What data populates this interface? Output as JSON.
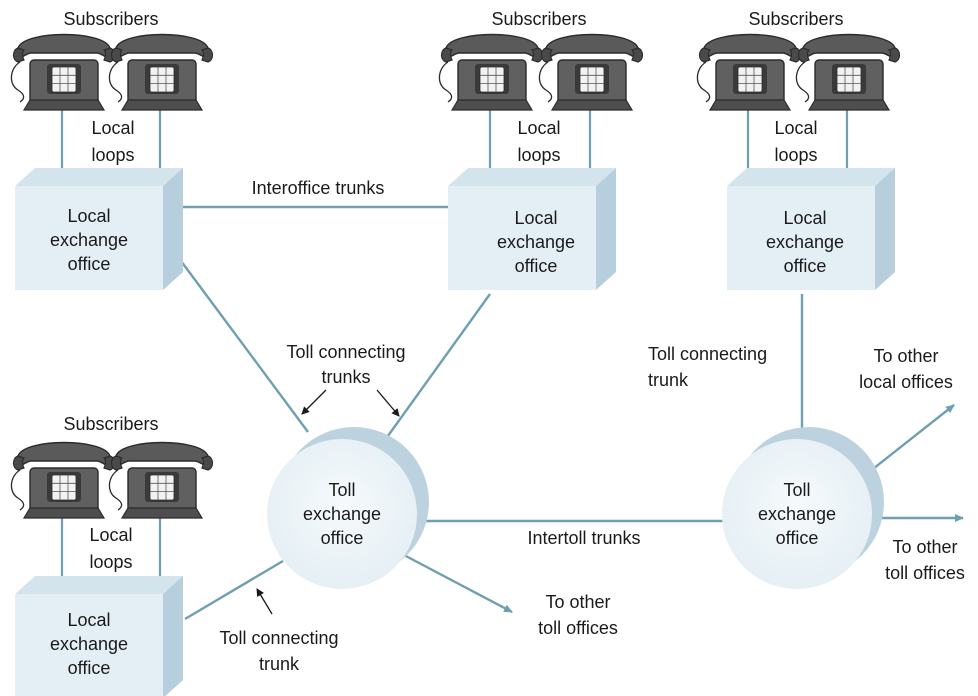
{
  "colors": {
    "link": "#6f9fb0",
    "box_front": "#e4eff5",
    "box_side": "#b7cfdc",
    "box_top": "#d3e4ed",
    "phone_body": "#555555",
    "arrow_black": "#1a1a1a"
  },
  "subscriber_groups": [
    {
      "label": "Subscribers",
      "loops_line1": "Local",
      "loops_line2": "loops"
    },
    {
      "label": "Subscribers",
      "loops_line1": "Local",
      "loops_line2": "loops"
    },
    {
      "label": "Subscribers",
      "loops_line1": "Local",
      "loops_line2": "loops"
    },
    {
      "label": "Subscribers",
      "loops_line1": "Local",
      "loops_line2": "loops"
    }
  ],
  "local_offices": [
    {
      "line1": "Local",
      "line2": "exchange",
      "line3": "office"
    },
    {
      "line1": "Local",
      "line2": "exchange",
      "line3": "office"
    },
    {
      "line1": "Local",
      "line2": "exchange",
      "line3": "office"
    },
    {
      "line1": "Local",
      "line2": "exchange",
      "line3": "office"
    }
  ],
  "toll_offices": [
    {
      "line1": "Toll",
      "line2": "exchange",
      "line3": "office"
    },
    {
      "line1": "Toll",
      "line2": "exchange",
      "line3": "office"
    }
  ],
  "trunk_labels": {
    "interoffice": "Interoffice trunks",
    "intertoll": "Intertoll trunks",
    "toll_connecting_plural_1": "Toll connecting",
    "toll_connecting_plural_2": "trunks",
    "toll_connecting_right_1": "Toll connecting",
    "toll_connecting_right_2": "trunk",
    "toll_connecting_bottom_1": "Toll connecting",
    "toll_connecting_bottom_2": "trunk"
  },
  "destinations": {
    "left_toll_1": "To other",
    "left_toll_2": "toll offices",
    "right_local_1": "To other",
    "right_local_2": "local offices",
    "right_toll_1": "To other",
    "right_toll_2": "toll offices"
  }
}
